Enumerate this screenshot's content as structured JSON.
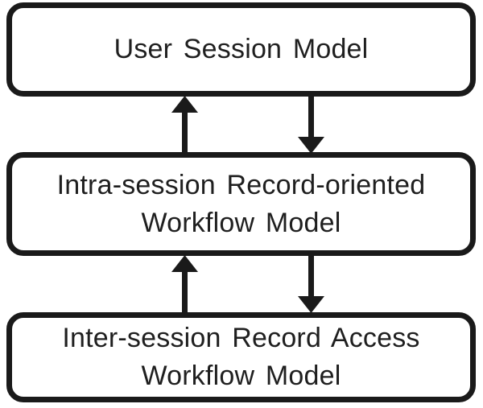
{
  "diagram": {
    "background_color": "#ffffff",
    "stroke_color": "#1a1a1a",
    "text_color": "#1f1f1f",
    "nodes": [
      {
        "id": "user-session-model",
        "lines": [
          "User Session Model"
        ]
      },
      {
        "id": "intra-session-record-oriented-workflow-model",
        "lines": [
          "Intra-session Record-oriented",
          "Workflow Model"
        ]
      },
      {
        "id": "inter-session-record-access-workflow-model",
        "lines": [
          "Inter-session Record Access",
          "Workflow Model"
        ]
      }
    ],
    "edges": [
      {
        "from": "intra-session-record-oriented-workflow-model",
        "to": "user-session-model",
        "direction": "up"
      },
      {
        "from": "user-session-model",
        "to": "intra-session-record-oriented-workflow-model",
        "direction": "down"
      },
      {
        "from": "inter-session-record-access-workflow-model",
        "to": "intra-session-record-oriented-workflow-model",
        "direction": "up"
      },
      {
        "from": "intra-session-record-oriented-workflow-model",
        "to": "inter-session-record-access-workflow-model",
        "direction": "down"
      }
    ]
  }
}
